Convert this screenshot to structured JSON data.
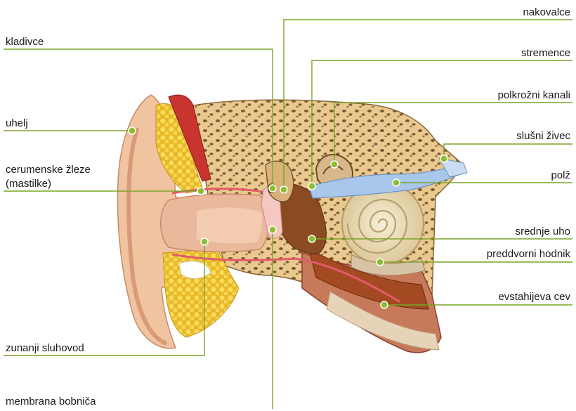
{
  "labels": {
    "nakovalce": "nakovalce",
    "kladivce": "kladivce",
    "stremence": "stremence",
    "polkrozni_kanali": "polkrožni kanali",
    "uhelj": "uhelj",
    "slusni_zivec": "slušni živec",
    "cerumenske_zleze": "cerumenske žleze",
    "mastilke": "(mastilke)",
    "polz": "polž",
    "srednje_uho": "srednje uho",
    "preddvorni_hodnik": "preddvorni hodnik",
    "evstahijeva_cev": "evstahijeva cev",
    "zunanji_sluhovod": "zunanji sluhovod",
    "membrana_bobnica": "membrana bobniča"
  },
  "colors": {
    "leader_line": "#7aa329",
    "marker_dot": "#8cbf2e",
    "bone": "#e9c98f",
    "bone_pore": "#7a5a33",
    "skin": "#f0c4a0",
    "skin_dark": "#d99a78",
    "fat": "#f3d24a",
    "muscle": "#c8342e",
    "cochlea": "#efe2bf",
    "nerve": "#a9c7ea",
    "middle_ear": "#8a4a22"
  }
}
